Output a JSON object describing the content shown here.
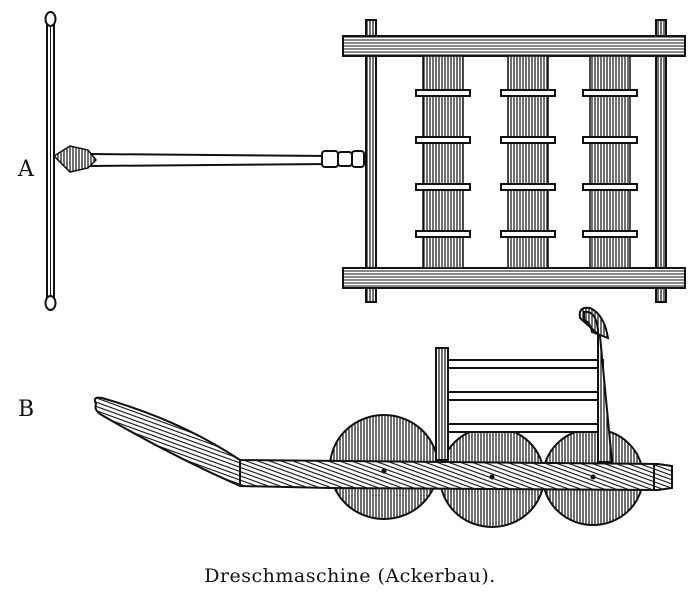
{
  "figure": {
    "label_a": "A",
    "label_b": "B",
    "caption": "Dreschmaschine (Ackerbau).",
    "ink_color": "#111111",
    "paper_color": "#ffffff"
  }
}
